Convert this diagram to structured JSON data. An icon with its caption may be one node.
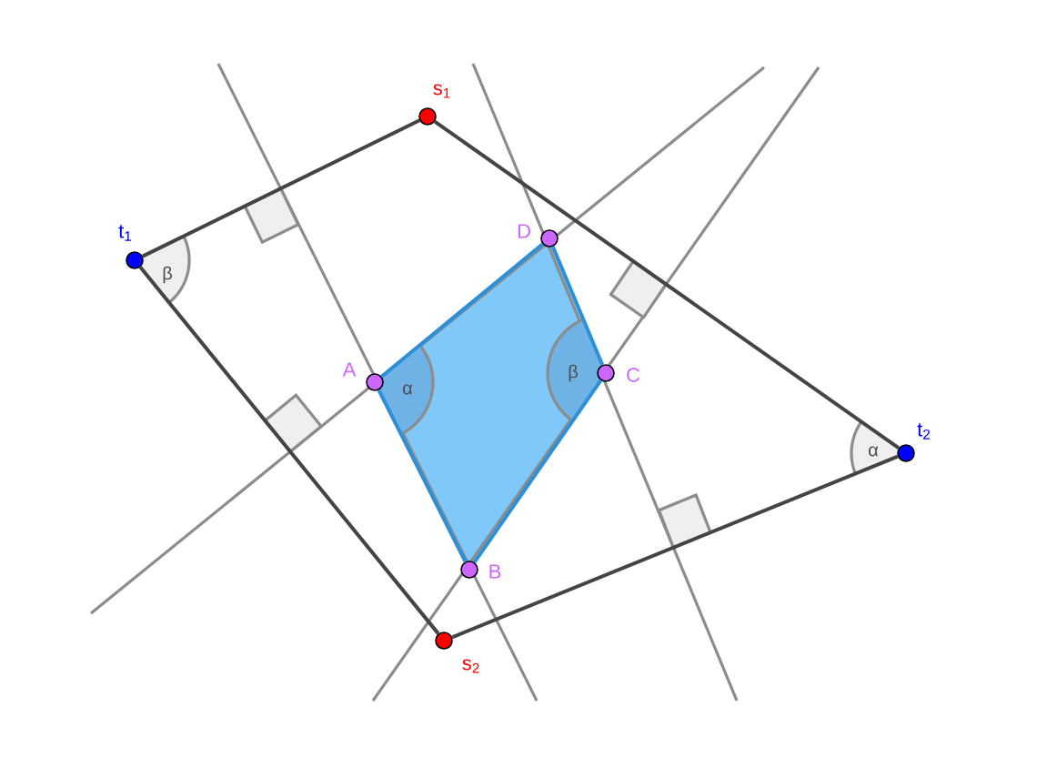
{
  "diagram": {
    "nodes": [
      {
        "text": [],
        "shape": "circle",
        "beside": [
          "s$_{1}$"
        ]
      },
      {
        "text": [],
        "shape": "circle",
        "beside": [
          "t$_{1}$"
        ]
      },
      {
        "text": [],
        "shape": "circle",
        "beside": [
          "D"
        ]
      },
      {
        "text": [],
        "shape": "circle",
        "beside": [
          "A"
        ]
      },
      {
        "text": [],
        "shape": "circle",
        "beside": [
          "C"
        ]
      },
      {
        "text": [],
        "shape": "circle",
        "beside": [
          "t$_{2}$"
        ]
      },
      {
        "text": [],
        "shape": "circle",
        "beside": [
          "B"
        ]
      },
      {
        "text": [],
        "shape": "circle",
        "beside": [
          "s$_{2}$"
        ]
      }
    ],
    "edges": [
      {
        "from": 1,
        "to": 0,
        "arrow": "none"
      },
      {
        "from": 0,
        "to": 5,
        "arrow": "none"
      },
      {
        "from": 5,
        "to": 7,
        "arrow": "none"
      },
      {
        "from": 7,
        "to": 1,
        "arrow": "none"
      },
      {
        "from": 3,
        "to": 2,
        "arrow": "none",
        "color": "#2b90d9"
      },
      {
        "from": 2,
        "to": 4,
        "arrow": "none",
        "color": "#2b90d9"
      },
      {
        "from": 4,
        "to": 6,
        "arrow": "none",
        "color": "#2b90d9"
      },
      {
        "from": 6,
        "to": 3,
        "arrow": "none",
        "color": "#2b90d9"
      }
    ],
    "labels": [
      "β",
      "α",
      "β",
      "α"
    ]
  }
}
